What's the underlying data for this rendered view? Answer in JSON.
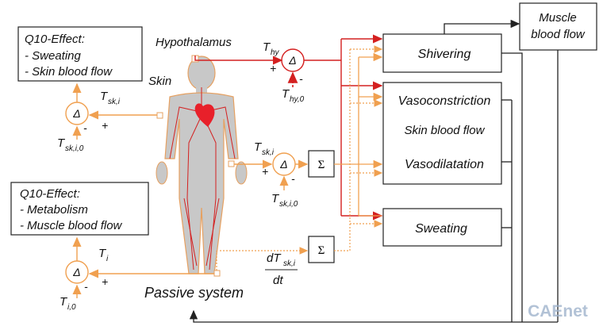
{
  "labels": {
    "hypothalamus": "Hypothalamus",
    "skin": "Skin",
    "passive_system": "Passive system",
    "t_hy": "T",
    "t_hy_sub": "hy",
    "t_hy0": "T",
    "t_hy0_sub": "hy,0",
    "t_ski": "T",
    "t_ski_sub": "sk,i",
    "t_ski0": "T",
    "t_ski0_sub": "sk,i,0",
    "t_i": "T",
    "t_i_sub": "i",
    "t_i0": "T",
    "t_i0_sub": "i,0",
    "dtsk_num": "dT",
    "dtsk_num_sub": "sk,i",
    "dtsk_den": "dt",
    "delta": "Δ",
    "sigma": "Σ",
    "plus": "+",
    "minus": "-"
  },
  "q10_top": {
    "title": "Q10-Effect:",
    "line1": "- Sweating",
    "line2": "- Skin blood flow"
  },
  "q10_bottom": {
    "title": "Q10-Effect:",
    "line1": "- Metabolism",
    "line2": "- Muscle blood flow"
  },
  "blocks": {
    "shivering": "Shivering",
    "vasoconstriction": "Vasoconstriction",
    "skin_blood_flow": "Skin blood flow",
    "vasodilatation": "Vasodilatation",
    "sweating": "Sweating",
    "muscle_line1": "Muscle",
    "muscle_line2": "blood flow"
  },
  "watermark": "CAEnet",
  "colors": {
    "orange": "#f0a050",
    "red": "#d42020",
    "body_fill": "#c8c8c8",
    "heart": "#e8202a"
  }
}
